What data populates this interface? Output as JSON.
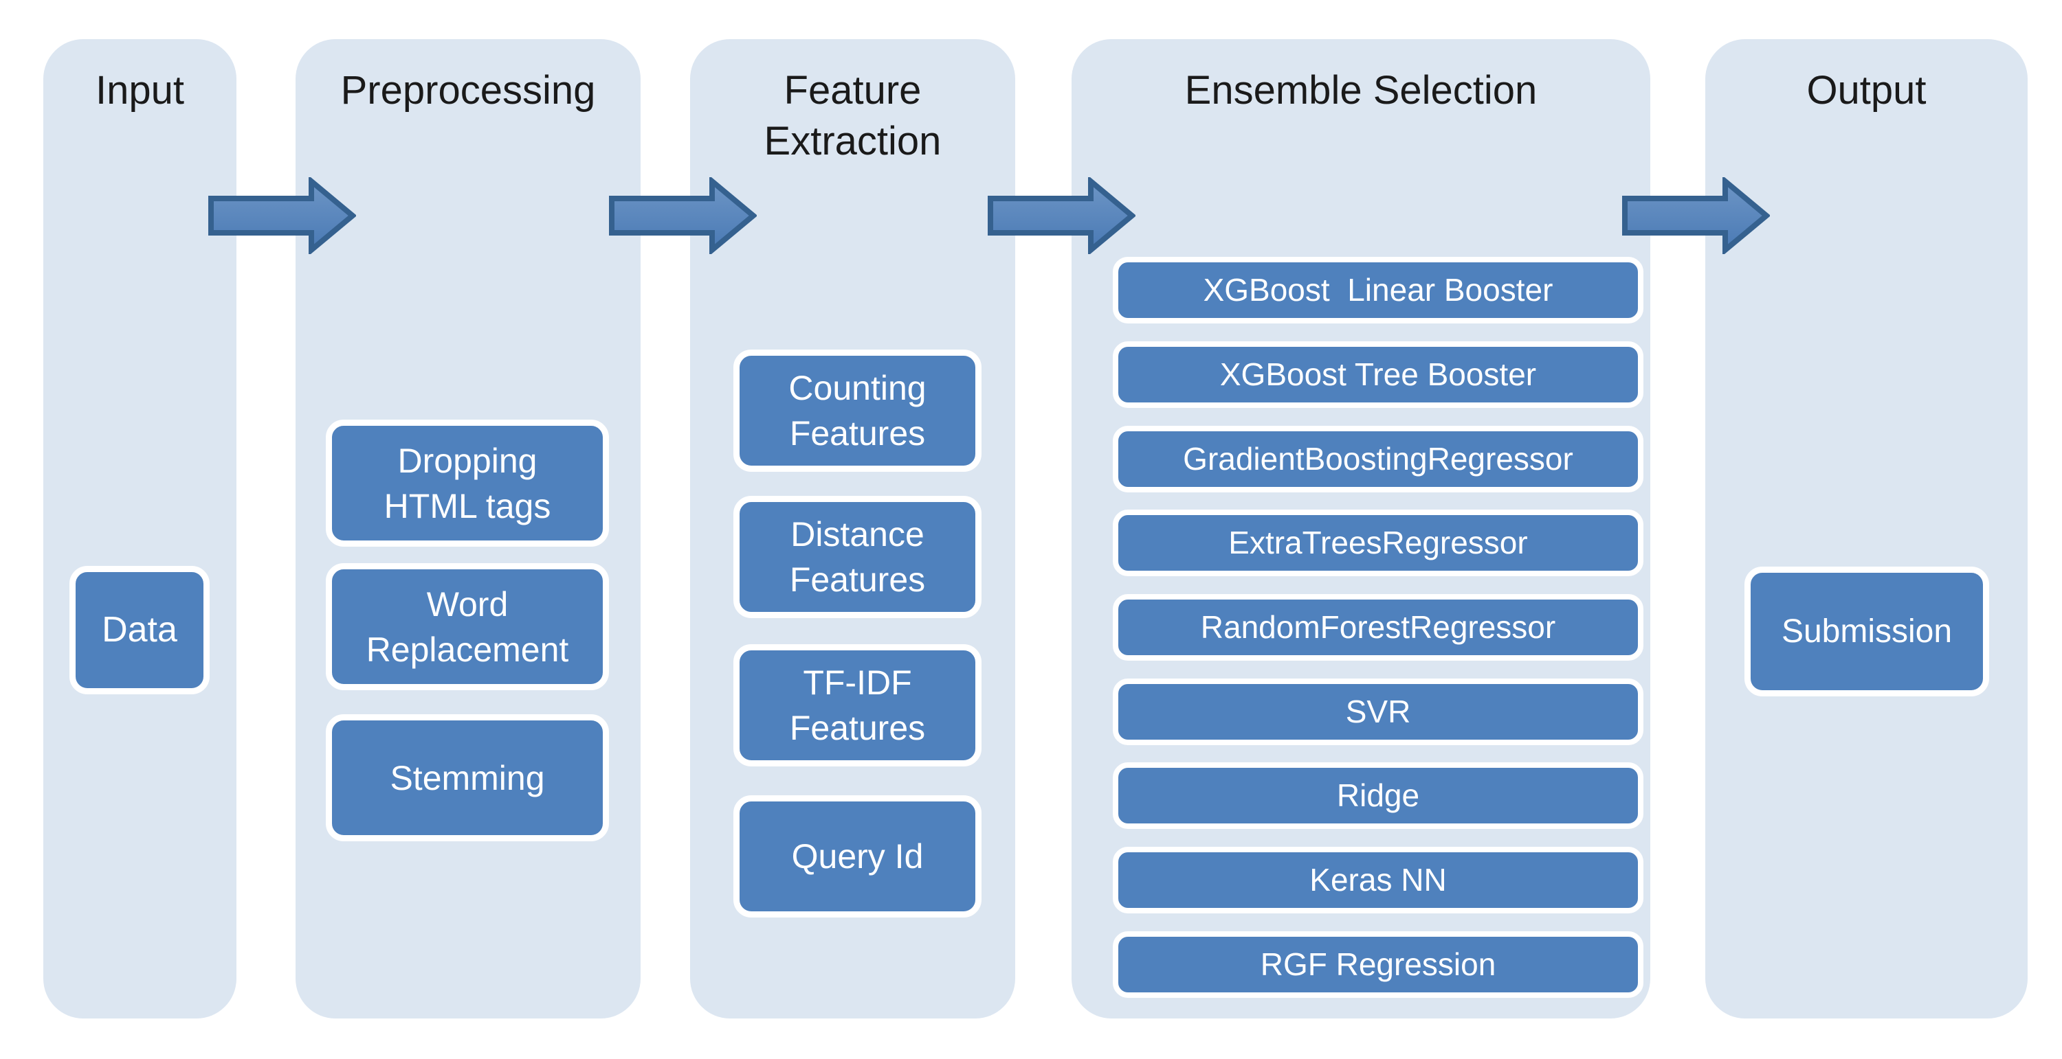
{
  "diagram": {
    "type": "pipeline-flow",
    "colors": {
      "page_background": "#ffffff",
      "column_background": "#dce6f1",
      "node_fill": "#4f81bd",
      "node_border": "#ffffff",
      "node_text": "#ffffff",
      "arrow_fill_top": "#6d95c5",
      "arrow_fill_bottom": "#4a7ab5",
      "arrow_outline": "#35618f",
      "title_text": "#1a1a1a"
    },
    "columns": [
      {
        "id": "input",
        "title": "Input",
        "items": [
          "Data"
        ]
      },
      {
        "id": "preprocessing",
        "title": "Preprocessing",
        "items": [
          "Dropping\nHTML tags",
          "Word\nReplacement",
          "Stemming"
        ]
      },
      {
        "id": "feature-extraction",
        "title": "Feature\nExtraction",
        "items": [
          "Counting\nFeatures",
          "Distance\nFeatures",
          "TF-IDF\nFeatures",
          "Query Id"
        ]
      },
      {
        "id": "ensemble-selection",
        "title": "Ensemble Selection",
        "items": [
          "XGBoost  Linear Booster",
          "XGBoost Tree Booster",
          "GradientBoostingRegressor",
          "ExtraTreesRegressor",
          "RandomForestRegressor",
          "SVR",
          "Ridge",
          "Keras NN",
          "RGF Regression"
        ]
      },
      {
        "id": "output",
        "title": "Output",
        "items": [
          "Submission"
        ]
      }
    ],
    "arrows": [
      {
        "from": "Input",
        "to": "Preprocessing"
      },
      {
        "from": "Preprocessing",
        "to": "Feature Extraction"
      },
      {
        "from": "Feature Extraction",
        "to": "Ensemble Selection"
      },
      {
        "from": "Ensemble Selection",
        "to": "Output"
      }
    ]
  }
}
